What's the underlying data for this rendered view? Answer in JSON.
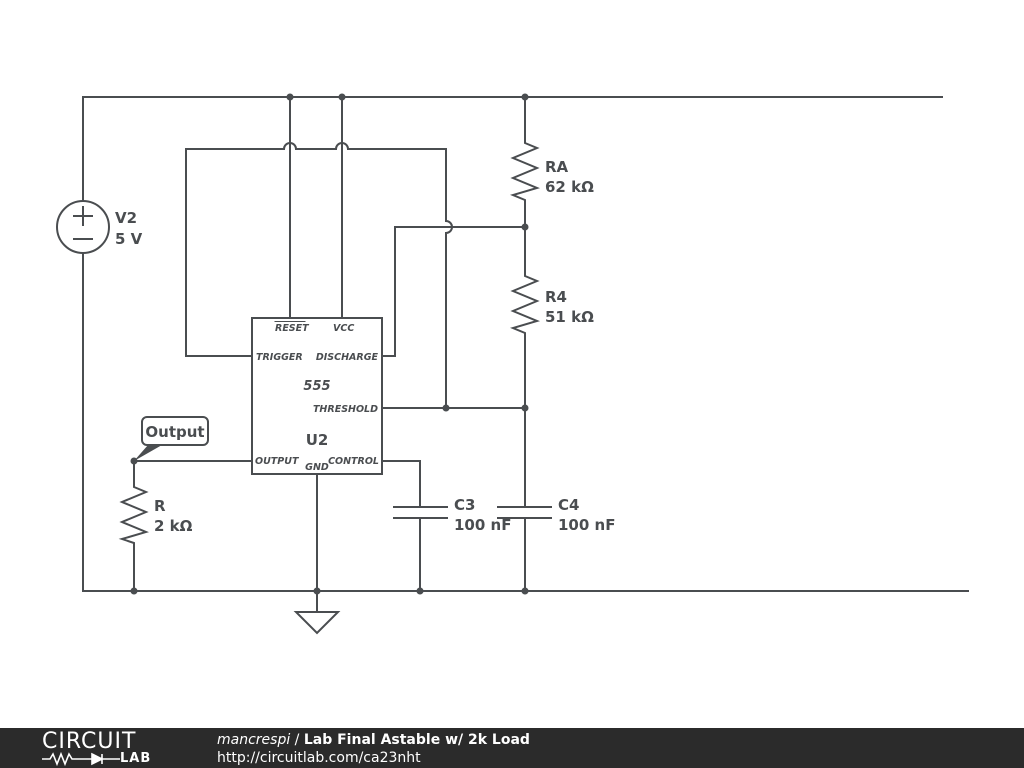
{
  "components": {
    "v2": {
      "name": "V2",
      "value": "5 V"
    },
    "ra": {
      "name": "RA",
      "value": "62 kΩ"
    },
    "r4": {
      "name": "R4",
      "value": "51 kΩ"
    },
    "r": {
      "name": "R",
      "value": "2 kΩ"
    },
    "c3": {
      "name": "C3",
      "value": "100 nF"
    },
    "c4": {
      "name": "C4",
      "value": "100 nF"
    },
    "u2": {
      "name": "U2",
      "part": "555",
      "pins": {
        "reset": "RESET",
        "vcc": "VCC",
        "trigger": "TRIGGER",
        "discharge": "DISCHARGE",
        "threshold": "THRESHOLD",
        "output": "OUTPUT",
        "gnd": "GND",
        "control": "CONTROL"
      }
    }
  },
  "net_label": "Output",
  "footer": {
    "logo_top": "CIRCUIT",
    "logo_bottom": "LAB",
    "author": "mancrespi",
    "separator": " / ",
    "title": "Lab Final Astable w/ 2k Load",
    "url": "http://circuitlab.com/ca23nht"
  },
  "colors": {
    "wire": "#4a4d50",
    "footer_bg": "#2b2b2b",
    "footer_text": "#ffffff"
  }
}
